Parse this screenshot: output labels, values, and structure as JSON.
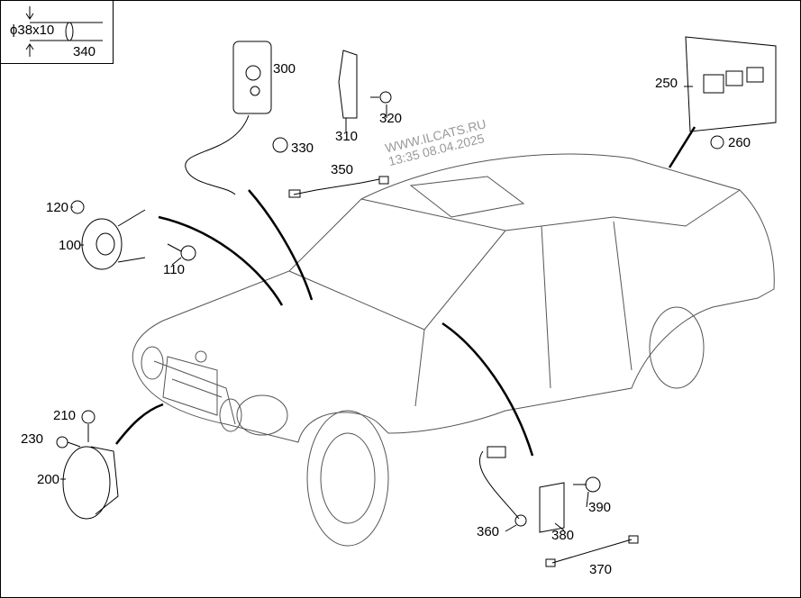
{
  "legend": {
    "dimension": "ϕ38x10",
    "part_number": "340"
  },
  "watermark": {
    "line1": "WWW.ILCATS.RU",
    "line2": "13:35 08.04.2025"
  },
  "parts": [
    {
      "number": "100"
    },
    {
      "number": "110"
    },
    {
      "number": "120"
    },
    {
      "number": "200"
    },
    {
      "number": "210"
    },
    {
      "number": "230"
    },
    {
      "number": "250"
    },
    {
      "number": "260"
    },
    {
      "number": "300"
    },
    {
      "number": "310"
    },
    {
      "number": "320"
    },
    {
      "number": "330"
    },
    {
      "number": "350"
    },
    {
      "number": "360"
    },
    {
      "number": "370"
    },
    {
      "number": "380"
    },
    {
      "number": "390"
    }
  ]
}
